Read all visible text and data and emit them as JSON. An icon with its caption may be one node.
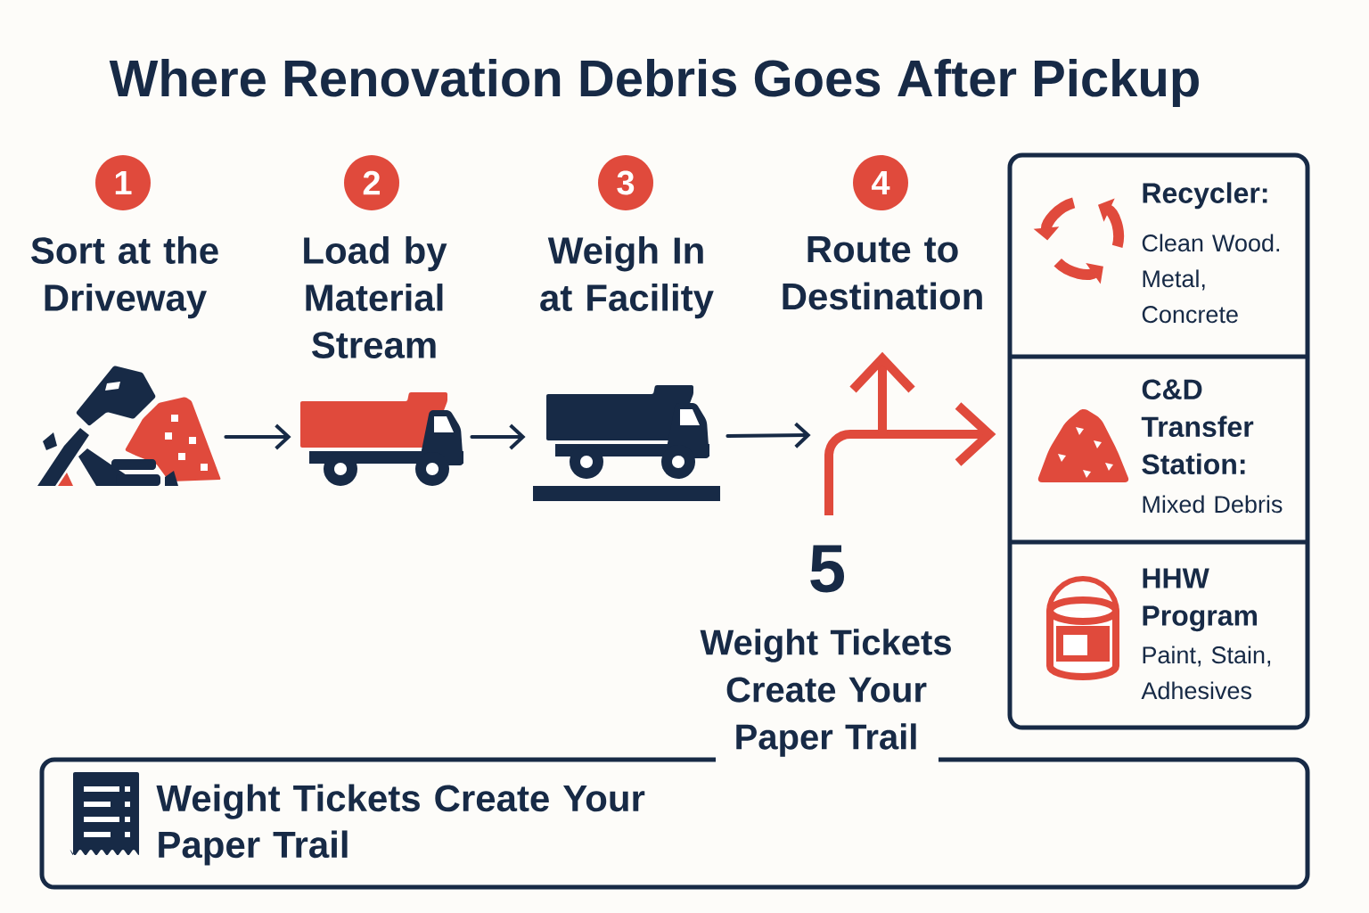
{
  "diagram": {
    "title": "Where Renovation Debris Goes After Pickup",
    "nodes": [
      {
        "text": [
          "1",
          "Sort at the Driveway"
        ]
      },
      {
        "text": [
          "2",
          "Load by Material Stream"
        ]
      },
      {
        "text": [
          "3",
          "Weigh In at Facility"
        ]
      },
      {
        "text": [
          "4",
          "Route to Destination"
        ]
      },
      {
        "text": [],
        "shape": "picture"
      },
      {
        "text": [],
        "shape": "picture"
      },
      {
        "text": [],
        "shape": "picture"
      },
      {
        "text": [],
        "shape": "picture"
      },
      {
        "text": [],
        "shape": "box"
      },
      {
        "text": [
          "Recycler:",
          "Clean Wood. Metal, Concrete"
        ],
        "in": 8
      },
      {
        "text": [
          "C&D Transfer Station:",
          "Mixed Debris"
        ],
        "in": 8
      },
      {
        "text": [
          "HHW Program",
          "Paint, Stain, Adhesives"
        ],
        "in": 8
      },
      {
        "text": [
          "Weight Tickets Create Your Paper Trail"
        ]
      }
    ],
    "edges": [
      {
        "from": 4,
        "to": 5,
        "arrow": "to"
      },
      {
        "from": 5,
        "to": 6,
        "arrow": "to"
      },
      {
        "from": 6,
        "to": 7,
        "arrow": "to"
      }
    ],
    "labels": [
      "5",
      "Weight Tickets Create Your Paper Trail"
    ]
  }
}
